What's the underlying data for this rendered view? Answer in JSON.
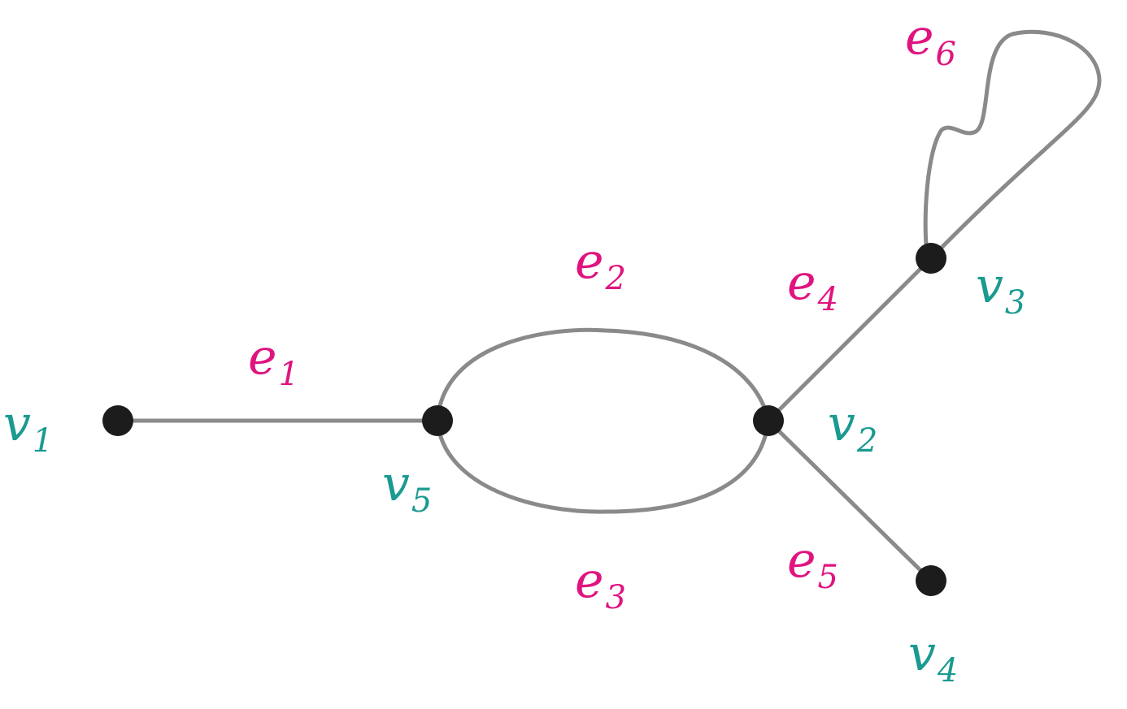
{
  "colors": {
    "edge": "#8a8a8a",
    "vertex": "#1c1c1c",
    "edge_label": "#e0147f",
    "vertex_label": "#1a9a90"
  },
  "vertices": [
    {
      "id": "v1",
      "base": "v",
      "sub": "1"
    },
    {
      "id": "v2",
      "base": "v",
      "sub": "2"
    },
    {
      "id": "v3",
      "base": "v",
      "sub": "3"
    },
    {
      "id": "v4",
      "base": "v",
      "sub": "4"
    },
    {
      "id": "v5",
      "base": "v",
      "sub": "5"
    }
  ],
  "edges": [
    {
      "id": "e1",
      "base": "e",
      "sub": "1",
      "from": "v1",
      "to": "v5"
    },
    {
      "id": "e2",
      "base": "e",
      "sub": "2",
      "from": "v5",
      "to": "v2"
    },
    {
      "id": "e3",
      "base": "e",
      "sub": "3",
      "from": "v5",
      "to": "v2"
    },
    {
      "id": "e4",
      "base": "e",
      "sub": "4",
      "from": "v2",
      "to": "v3"
    },
    {
      "id": "e5",
      "base": "e",
      "sub": "5",
      "from": "v2",
      "to": "v4"
    },
    {
      "id": "e6",
      "base": "e",
      "sub": "6",
      "from": "v3",
      "to": "v3"
    }
  ]
}
